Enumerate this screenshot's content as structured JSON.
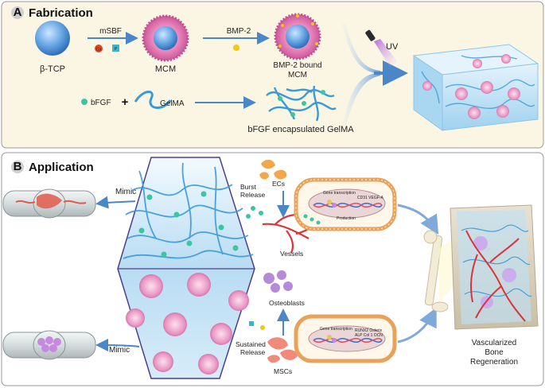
{
  "panel_a": {
    "badge": "A",
    "title": "Fabrication",
    "beta_tcp": "β-TCP",
    "msbf": "mSBF",
    "ion_ca": "Ca",
    "ion_p": "P",
    "mcm": "MCM",
    "bmp2": "BMP-2",
    "bmp2_bound_line1": "BMP-2 bound",
    "bmp2_bound_line2": "MCM",
    "bfgf": "bFGF",
    "plus": "+",
    "gelma": "GelMA",
    "bfgf_gelma": "bFGF encapsulated GelMA",
    "uv": "UV"
  },
  "panel_b": {
    "badge": "B",
    "title": "Application",
    "mimic_top": "Mimic",
    "mimic_bottom": "Mimic",
    "burst_line1": "Burst",
    "burst_line2": "Release",
    "sustained_line1": "Sustained",
    "sustained_line2": "Release",
    "ecs": "ECs",
    "vessels": "Vessels",
    "osteoblasts": "Osteoblasts",
    "mscs": "MSCs",
    "cell_top_transcription": "Gene transcription",
    "cell_top_genes": "CD31 VEGF-A",
    "cell_top_production": "Production",
    "cell_bottom_transcription": "Gene transcription",
    "cell_bottom_genes1": "RUNX2 Osterix",
    "cell_bottom_genes2": "ALP Col 1 OCN",
    "result_line1": "Vascularized",
    "result_line2": "Bone",
    "result_line3": "Regeneration"
  },
  "colors": {
    "panel_a_bg": "#fbf6e4",
    "panel_b_bg": "#ffffff",
    "arrow_blue": "#4a86c8",
    "hydrogel_blue": "#bfe0f5",
    "fiber_blue": "#3a9ad9",
    "mineral_pink": "#e77fb7",
    "core_blue": "#6aa9e6",
    "vessel_red": "#d9343b",
    "cell_orange": "#f4a64a",
    "osteoblast_purple": "#b58ad6",
    "msc_salmon": "#f08a7a",
    "bead_teal": "#3cc6a0",
    "bmp_yellow": "#f5c518"
  },
  "icons": [
    "uv-lamp-icon",
    "plus-icon",
    "femur-bone-icon"
  ]
}
